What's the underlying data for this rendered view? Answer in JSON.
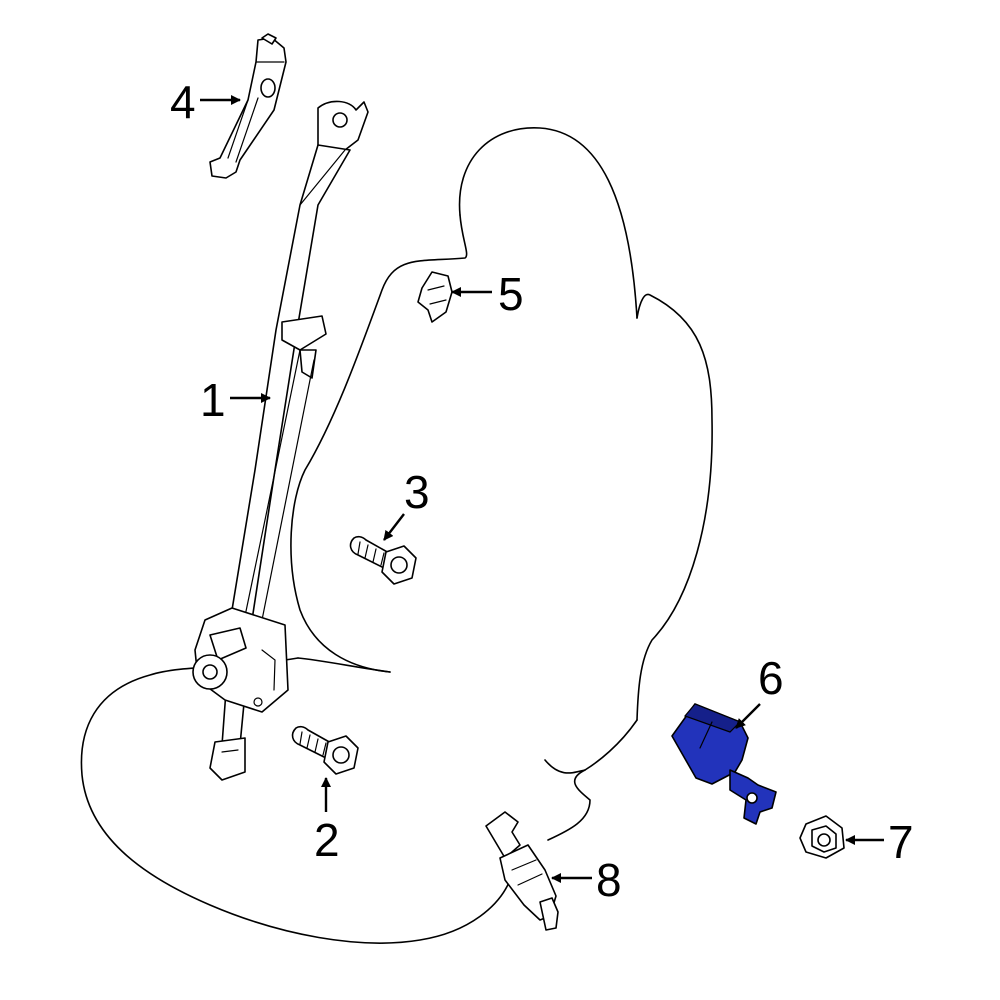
{
  "callouts": [
    {
      "id": "1",
      "text": "1"
    },
    {
      "id": "2",
      "text": "2"
    },
    {
      "id": "3",
      "text": "3"
    },
    {
      "id": "4",
      "text": "4"
    },
    {
      "id": "5",
      "text": "5"
    },
    {
      "id": "6",
      "text": "6"
    },
    {
      "id": "7",
      "text": "7"
    },
    {
      "id": "8",
      "text": "8"
    }
  ],
  "colors": {
    "highlight": "#2233bb",
    "line": "#000000",
    "background": "#ffffff"
  },
  "highlighted_part": "6"
}
